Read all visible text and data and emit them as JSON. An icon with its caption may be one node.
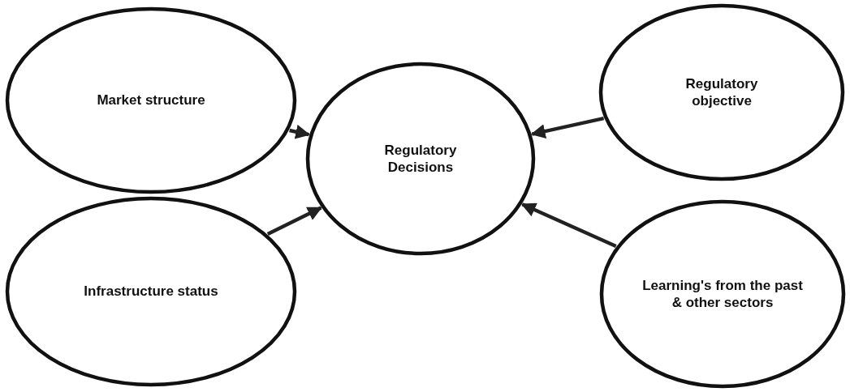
{
  "diagram": {
    "nodes": [
      {
        "text": [
          "Market structure"
        ]
      },
      {
        "text": [
          "Infrastructure status"
        ]
      },
      {
        "text": [
          "Regulatory Decisions"
        ]
      },
      {
        "text": [
          "Regulatory objective"
        ]
      },
      {
        "text": [
          "Learning's from the past & other sectors"
        ]
      }
    ],
    "edges": [
      {
        "from": 0,
        "to": 2,
        "arrow": "to"
      },
      {
        "from": 1,
        "to": 2,
        "arrow": "to"
      },
      {
        "from": 3,
        "to": 2,
        "arrow": "to"
      },
      {
        "from": 4,
        "to": 2,
        "arrow": "to"
      }
    ]
  }
}
